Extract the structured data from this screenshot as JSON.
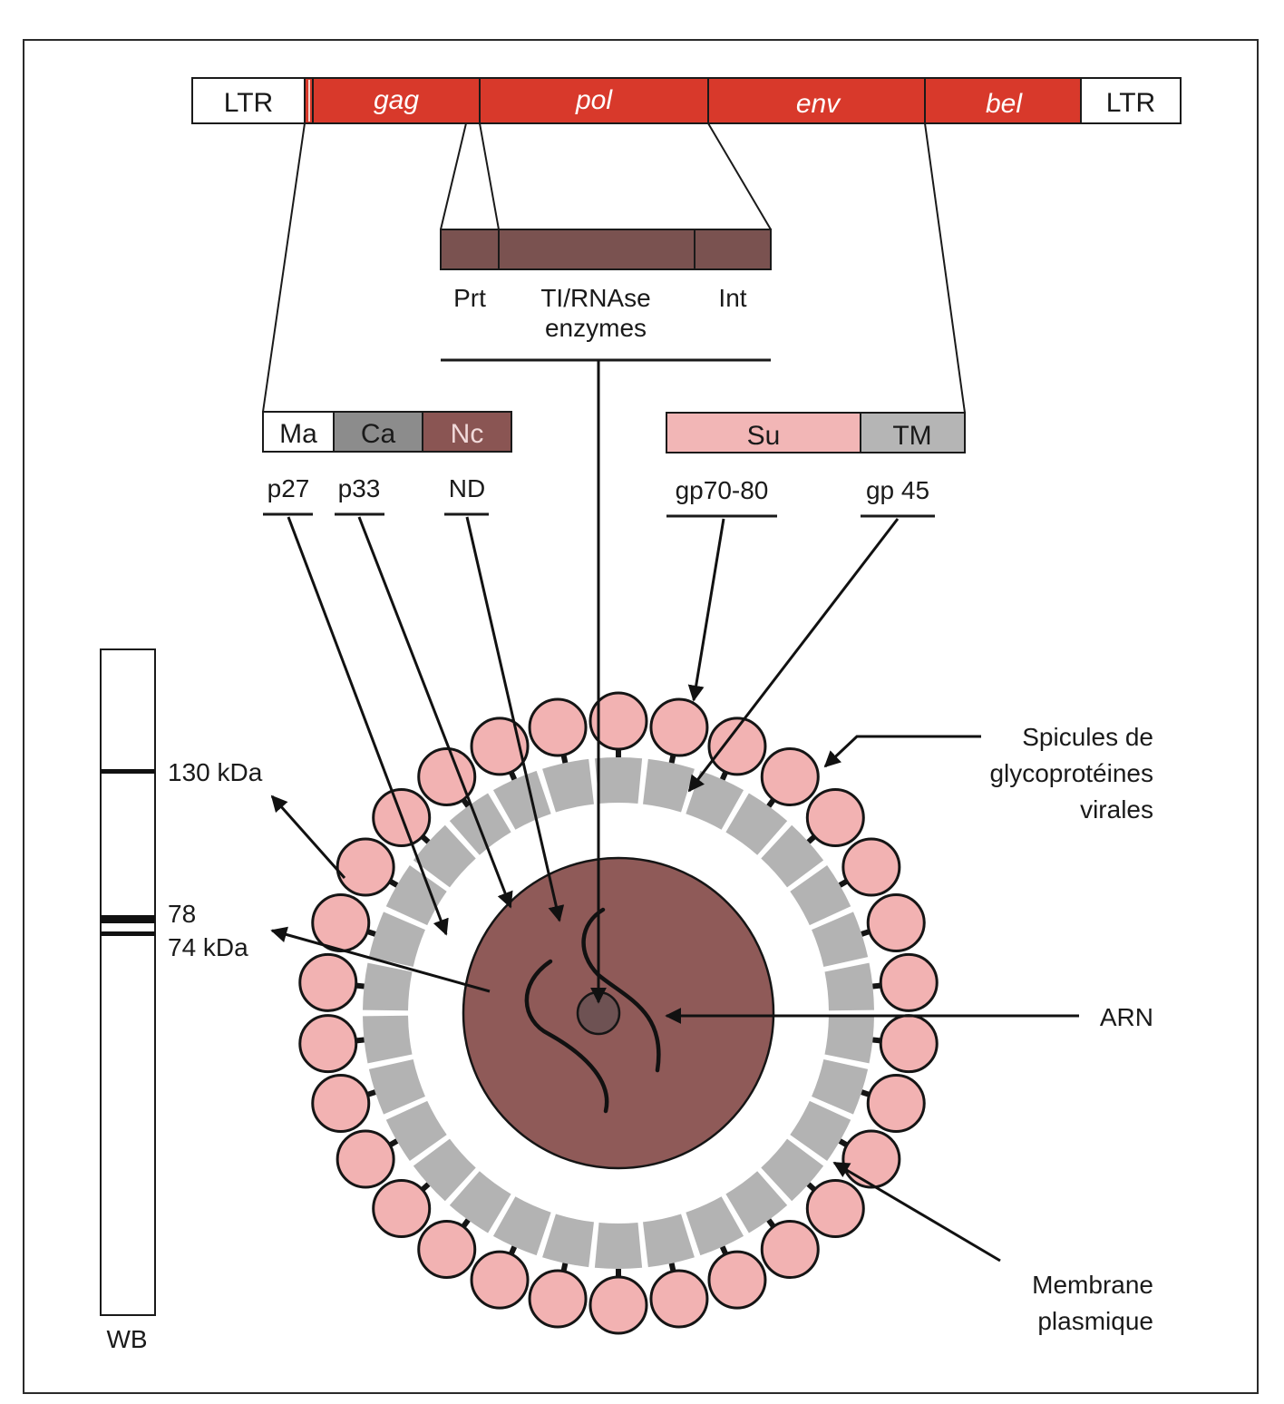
{
  "genome": {
    "segments": [
      {
        "id": "ltr5",
        "label": "LTR",
        "italic": false,
        "fill": "#ffffff",
        "text_color": "#1a1a1a"
      },
      {
        "id": "gag",
        "label": "gag",
        "italic": true,
        "fill": "#d8392b",
        "text_color": "#ffffff"
      },
      {
        "id": "pol",
        "label": "pol",
        "italic": true,
        "fill": "#d8392b",
        "text_color": "#ffffff"
      },
      {
        "id": "env",
        "label": "env",
        "italic": true,
        "fill": "#d8392b",
        "text_color": "#ffffff"
      },
      {
        "id": "bel",
        "label": "bel",
        "italic": true,
        "fill": "#d8392b",
        "text_color": "#ffffff"
      },
      {
        "id": "ltr3",
        "label": "LTR",
        "italic": false,
        "fill": "#ffffff",
        "text_color": "#1a1a1a"
      }
    ]
  },
  "pol_products": {
    "segments": [
      {
        "id": "prt",
        "label": "Prt"
      },
      {
        "id": "ti",
        "label": "TI/RNAse"
      },
      {
        "id": "int",
        "label": "Int"
      }
    ],
    "group_label": "enzymes",
    "fill": "#7a5250"
  },
  "gag_products": {
    "segments": [
      {
        "id": "ma",
        "label": "Ma",
        "fill": "#ffffff",
        "text_color": "#1a1a1a",
        "protein": "p27"
      },
      {
        "id": "ca",
        "label": "Ca",
        "fill": "#8c8c8c",
        "text_color": "#1a1a1a",
        "protein": "p33"
      },
      {
        "id": "nc",
        "label": "Nc",
        "fill": "#8a5553",
        "text_color": "#f1dada",
        "protein": "ND"
      }
    ]
  },
  "env_products": {
    "segments": [
      {
        "id": "su",
        "label": "Su",
        "fill": "#f2b6b6",
        "text_color": "#1a1a1a",
        "protein": "gp70-80"
      },
      {
        "id": "tm",
        "label": "TM",
        "fill": "#b5b5b5",
        "text_color": "#1a1a1a",
        "protein": "gp 45"
      }
    ]
  },
  "western_blot": {
    "label": "WB",
    "bands": [
      {
        "kda": 130,
        "label": "130 kDa"
      },
      {
        "kda": 78,
        "label": "78"
      },
      {
        "kda": 74,
        "label": "74 kDa"
      }
    ]
  },
  "virion": {
    "spike_count": 30,
    "membrane_segments": 30,
    "colors": {
      "spike": "#f2b2b2",
      "membrane": "#b3b3b3",
      "core": "#8f5a58",
      "enzyme_dot": "#6e5253",
      "outline": "#151515"
    }
  },
  "callouts": {
    "spicules": [
      "Spicules de",
      "glycoprotéines",
      "virales"
    ],
    "arn": "ARN",
    "membrane": [
      "Membrane",
      "plasmique"
    ]
  }
}
